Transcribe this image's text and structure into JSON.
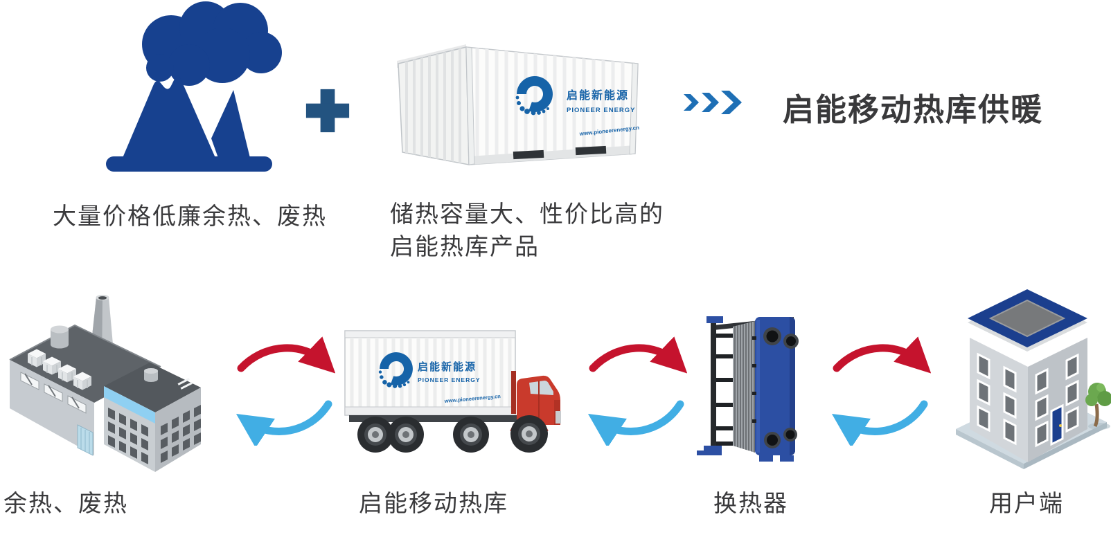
{
  "top_row": {
    "heading": "启能移动热库供暖",
    "waste_heat_caption": "大量价格低廉余热、废热",
    "product_caption_line1": "储热容量大、性价比高的",
    "product_caption_line2": "启能热库产品"
  },
  "brand": {
    "logo_cn": "启能新能源",
    "logo_en": "PIONEER ENERGY",
    "website": "www.pioneerenergy.cn"
  },
  "bottom_row": {
    "factory_label": "余热、废热",
    "truck_label": "启能移动热库",
    "exchanger_label": "换热器",
    "user_label": "用户端"
  },
  "colors": {
    "navy_icon": "#17418f",
    "plus_blue": "#235380",
    "chevron_blue": "#1e6fb5",
    "logo_blue": "#1663a8",
    "hot_arrow_red": "#c5132d",
    "cold_arrow_blue": "#41aee4",
    "text_dark": "#3a3a3c",
    "truck_cab_red": "#c93a2c",
    "exchanger_blue": "#2c4fa3",
    "building_roof_blue": "#1b3f8e"
  },
  "icons": {
    "volcano-smoke-icon": "erupting heat source with smoke cloud",
    "plus-icon": "+",
    "triple-chevron-icon": "»»»",
    "storage-container-icon": "white heat-storage container",
    "factory-icon": "isometric factory with chimney",
    "container-truck-icon": "red truck carrying white container",
    "heat-exchanger-icon": "blue plate heat exchanger",
    "user-building-icon": "isometric building with blue roof",
    "hot-flow-arrow-icon": "red curved arrow (hot flow)",
    "cold-flow-arrow-icon": "blue curved arrow (return flow)"
  }
}
